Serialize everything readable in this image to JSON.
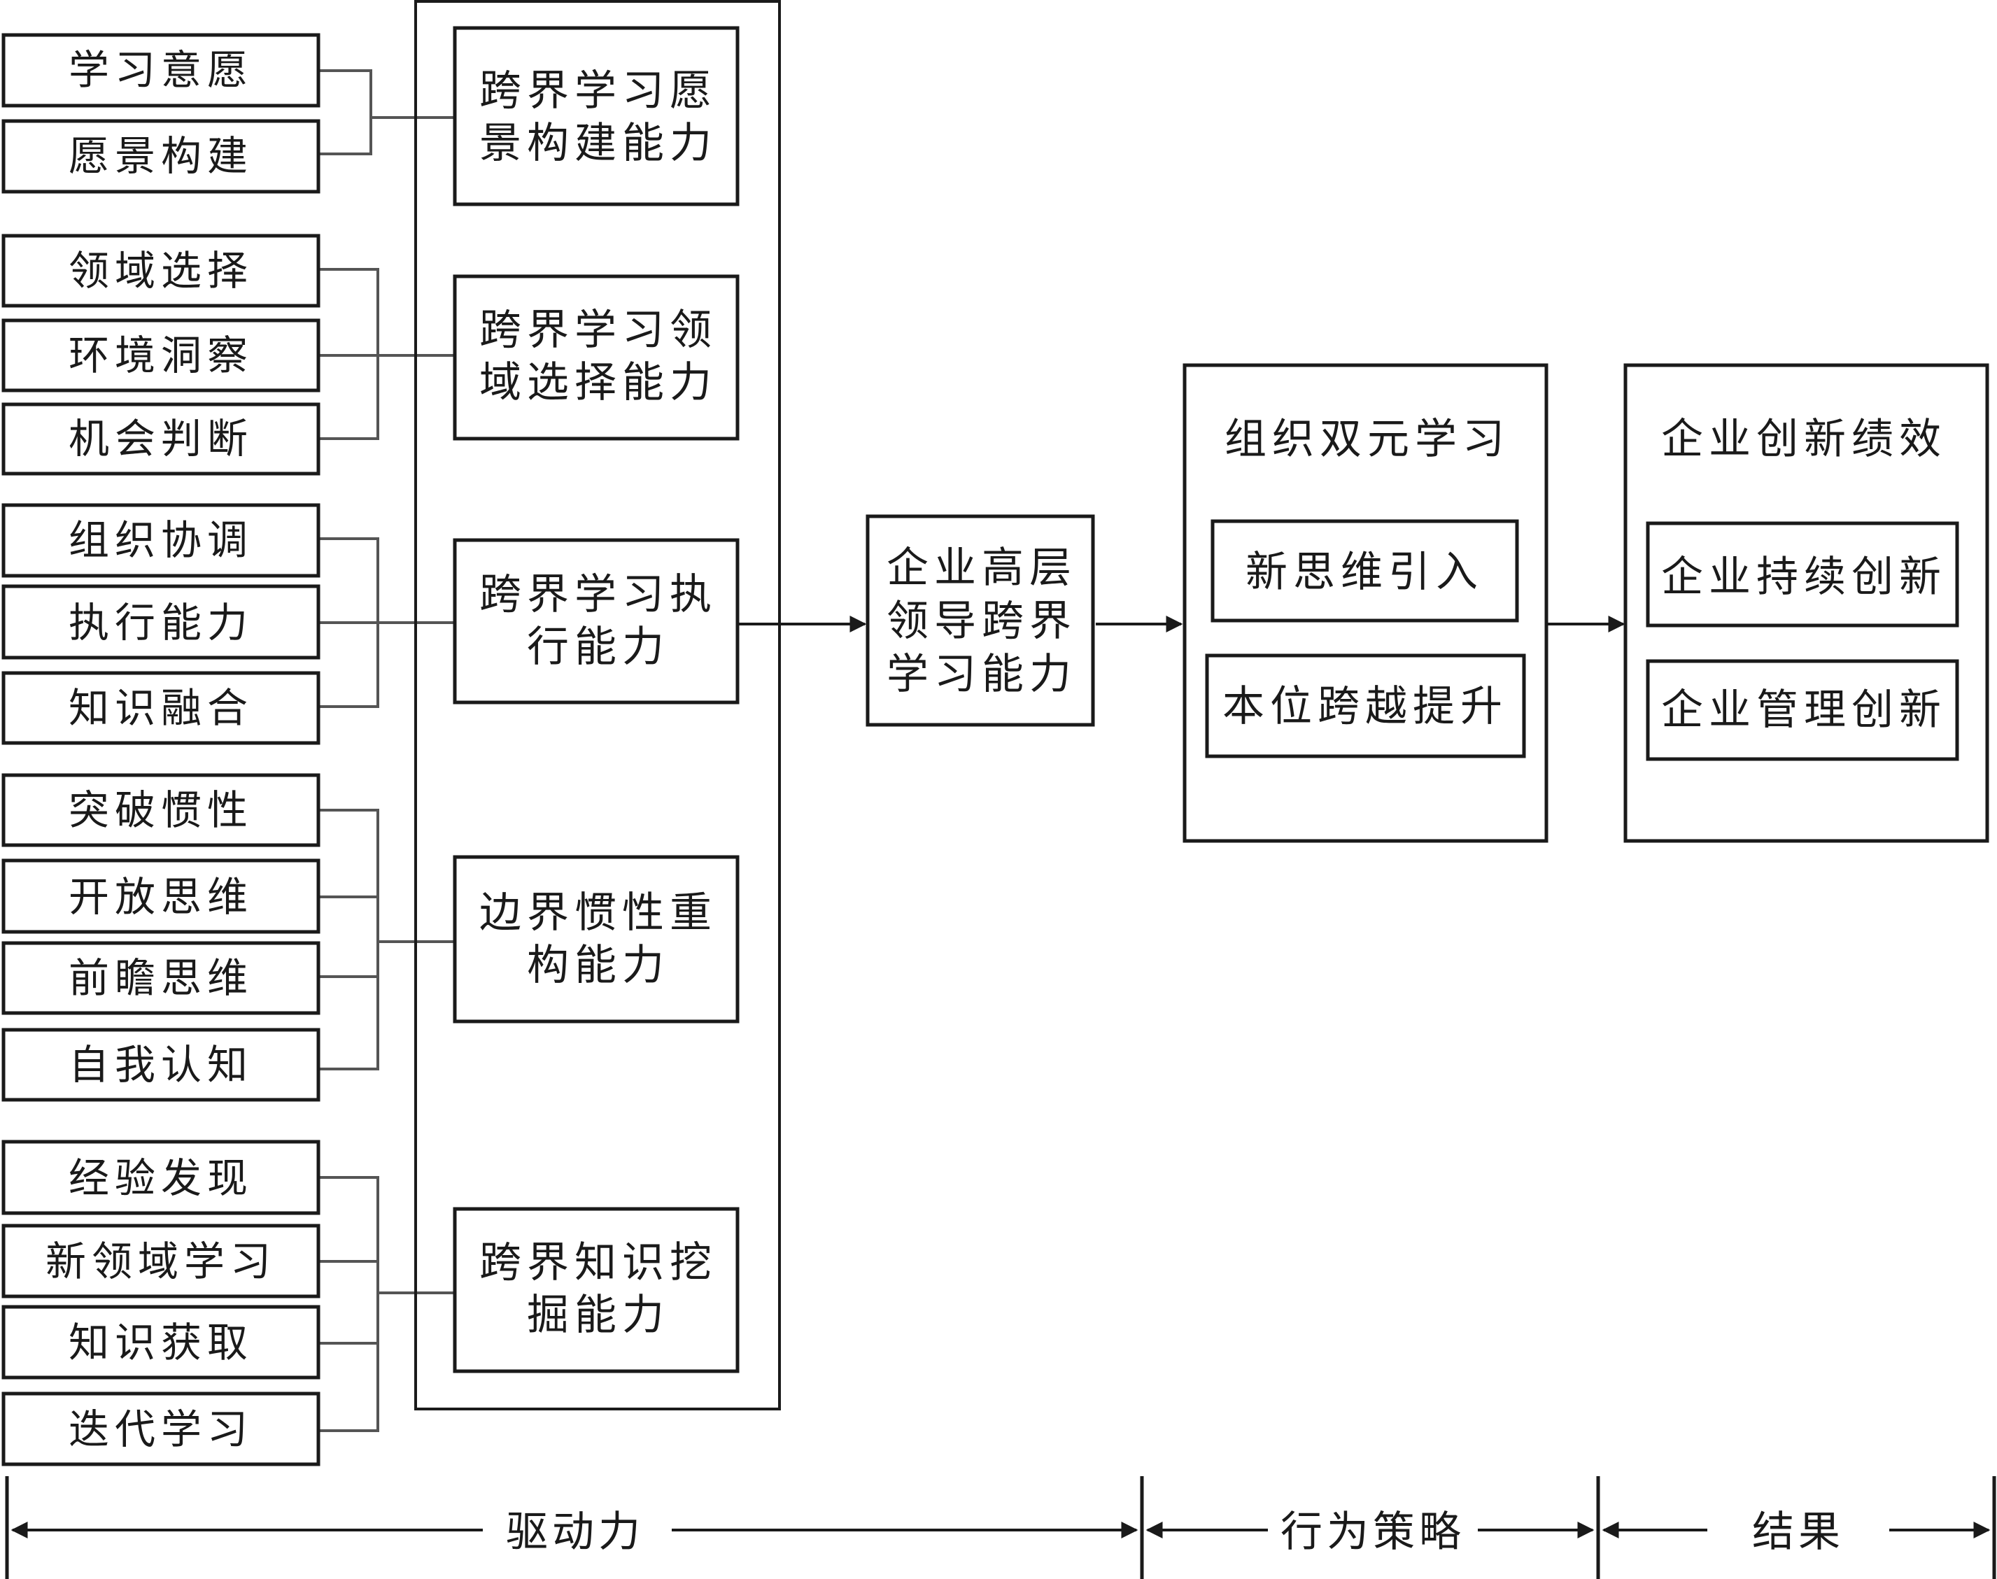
{
  "left_items": [
    "学习意愿",
    "愿景构建",
    "领域选择",
    "环境洞察",
    "机会判断",
    "组织协调",
    "执行能力",
    "知识融合",
    "突破惯性",
    "开放思维",
    "前瞻思维",
    "自我认知",
    "经验发现",
    "新领域学习",
    "知识获取",
    "迭代学习"
  ],
  "capabilities": [
    {
      "line1": "跨界学习愿",
      "line2": "景构建能力"
    },
    {
      "line1": "跨界学习领",
      "line2": "域选择能力"
    },
    {
      "line1": "跨界学习执",
      "line2": "行能力"
    },
    {
      "line1": "边界惯性重",
      "line2": "构能力"
    },
    {
      "line1": "跨界知识挖",
      "line2": "掘能力"
    }
  ],
  "core": {
    "line1": "企业高层",
    "line2": "领导跨界",
    "line3": "学习能力"
  },
  "strategy": {
    "title": "组织双元学习",
    "items": [
      "新思维引入",
      "本位跨越提升"
    ]
  },
  "result": {
    "title": "企业创新绩效",
    "items": [
      "企业持续创新",
      "企业管理创新"
    ]
  },
  "bottom_labels": {
    "driver": "驱动力",
    "strategy": "行为策略",
    "result": "结果"
  }
}
